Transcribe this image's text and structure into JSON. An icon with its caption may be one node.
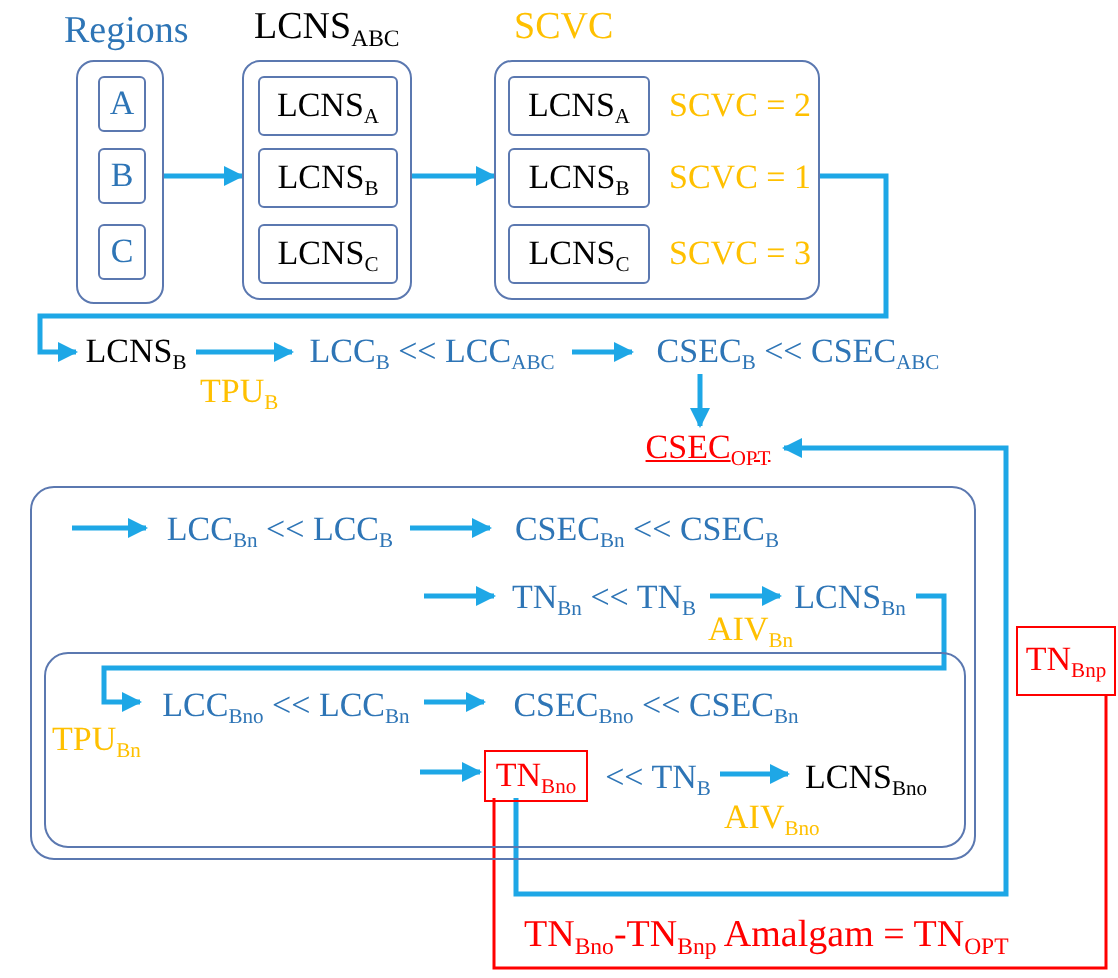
{
  "diagram": {
    "nodes": [
      {
        "text": [
          "Regions"
        ]
      },
      {
        "text": [
          "A"
        ],
        "in": 0
      },
      {
        "text": [
          "B"
        ],
        "in": 0
      },
      {
        "text": [
          "C"
        ],
        "in": 0
      },
      {
        "text": [
          "LCNS$_{ABC}$"
        ]
      },
      {
        "text": [
          "LCNS$_{A}$"
        ],
        "in": 4
      },
      {
        "text": [
          "LCNS$_{B}$"
        ],
        "in": 4
      },
      {
        "text": [
          "LCNS$_{C}$"
        ],
        "in": 4
      },
      {
        "text": [
          "SCVC"
        ]
      },
      {
        "text": [
          "LCNS$_{A}$"
        ],
        "in": 8
      },
      {
        "text": [
          "SCVC = 2"
        ],
        "in": 8
      },
      {
        "text": [
          "LCNS$_{B}$"
        ],
        "in": 8
      },
      {
        "text": [
          "SCVC = 1"
        ],
        "in": 8
      },
      {
        "text": [
          "LCNS$_{C}$"
        ],
        "in": 8
      },
      {
        "text": [
          "SCVC = 3"
        ],
        "in": 8
      },
      {
        "text": [
          "LCNS$_{B}$"
        ]
      },
      {
        "text": [
          "LCC$_{B}$ << LCC$_{ABC}$"
        ]
      },
      {
        "text": [
          "CSEC$_{B}$ << CSEC$_{ABC}$"
        ]
      },
      {
        "text": [
          "CSEC$_{OPT}$"
        ]
      },
      {
        "text": [],
        "shape": "box"
      },
      {
        "text": [
          "LCC$_{Bn}$ << LCC$_{B}$"
        ],
        "in": 19
      },
      {
        "text": [
          "CSEC$_{Bn}$ << CSEC$_{B}$"
        ],
        "in": 19
      },
      {
        "text": [
          "TN$_{Bn}$ << TN$_{B}$"
        ],
        "in": 19
      },
      {
        "text": [
          "LCNS$_{Bn}$"
        ],
        "in": 19
      },
      {
        "text": [],
        "shape": "box",
        "in": 19
      },
      {
        "text": [
          "LCC$_{Bno}$ << LCC$_{Bn}$"
        ],
        "in": 24
      },
      {
        "text": [
          "CSEC$_{Bno}$ << CSEC$_{Bn}$"
        ],
        "in": 24
      },
      {
        "text": [
          "TN$_{Bno}$"
        ],
        "in": 24
      },
      {
        "text": [
          "<< TN$_{B}$"
        ],
        "in": 24
      },
      {
        "text": [
          "LCNS$_{Bno}$"
        ],
        "in": 24
      },
      {
        "text": [
          "TN$_{Bnp}$"
        ]
      }
    ],
    "edges": [
      {
        "from": 0,
        "to": 4,
        "arrow": "to"
      },
      {
        "from": 4,
        "to": 8,
        "arrow": "to"
      },
      {
        "from": 12,
        "to": 15,
        "arrow": "to"
      },
      {
        "from": 15,
        "to": 16,
        "arrow": "to",
        "label": "TPU$_{B}$"
      },
      {
        "from": 16,
        "to": 17,
        "arrow": "to"
      },
      {
        "from": 17,
        "to": 18,
        "arrow": "to"
      },
      {
        "from": null,
        "to": 20,
        "arrow": "to"
      },
      {
        "from": 20,
        "to": 21,
        "arrow": "to"
      },
      {
        "from": null,
        "to": 22,
        "arrow": "to"
      },
      {
        "from": 22,
        "to": 23,
        "arrow": "to",
        "label": "AIV$_{Bn}$"
      },
      {
        "from": 23,
        "to": 25,
        "arrow": "to",
        "label": "TPU$_{Bn}$"
      },
      {
        "from": 25,
        "to": 26,
        "arrow": "to"
      },
      {
        "from": null,
        "to": 27,
        "arrow": "to"
      },
      {
        "from": 28,
        "to": 29,
        "arrow": "to",
        "label": "AIV$_{Bno}$"
      },
      {
        "from": 27,
        "to": 18,
        "arrow": "to"
      },
      {
        "from": 27,
        "to": 30,
        "arrow": "none",
        "color": "#ff0000",
        "label": "TN$_{Bno}$-TN$_{Bnp}$ Amalgam = TN$_{OPT}$"
      }
    ]
  }
}
